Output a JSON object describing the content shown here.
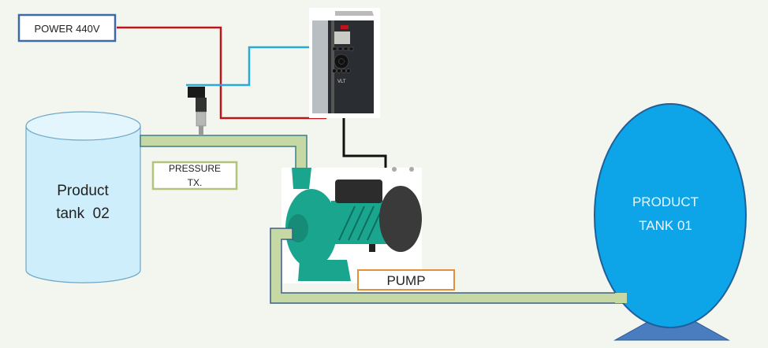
{
  "labels": {
    "power": "POWER 440V",
    "pressure_line1": "PRESSURE",
    "pressure_line2": "TX.",
    "tank02_line1": "Product",
    "tank02_line2": "tank  02",
    "tank01_line1": "PRODUCT",
    "tank01_line2": "TANK 01",
    "pump": "PUMP",
    "vfd_brand": "VLT"
  },
  "colors": {
    "power_wire": "#c0141c",
    "signal_wire": "#2aa8e0",
    "motor_wire": "#111111",
    "pipe_fill": "#c6d9a4",
    "pipe_edge": "#3f5f86",
    "tank02_fill": "#cdeefa",
    "tank01_fill": "#0ea5e8",
    "pump_body": "#1aa58f"
  }
}
